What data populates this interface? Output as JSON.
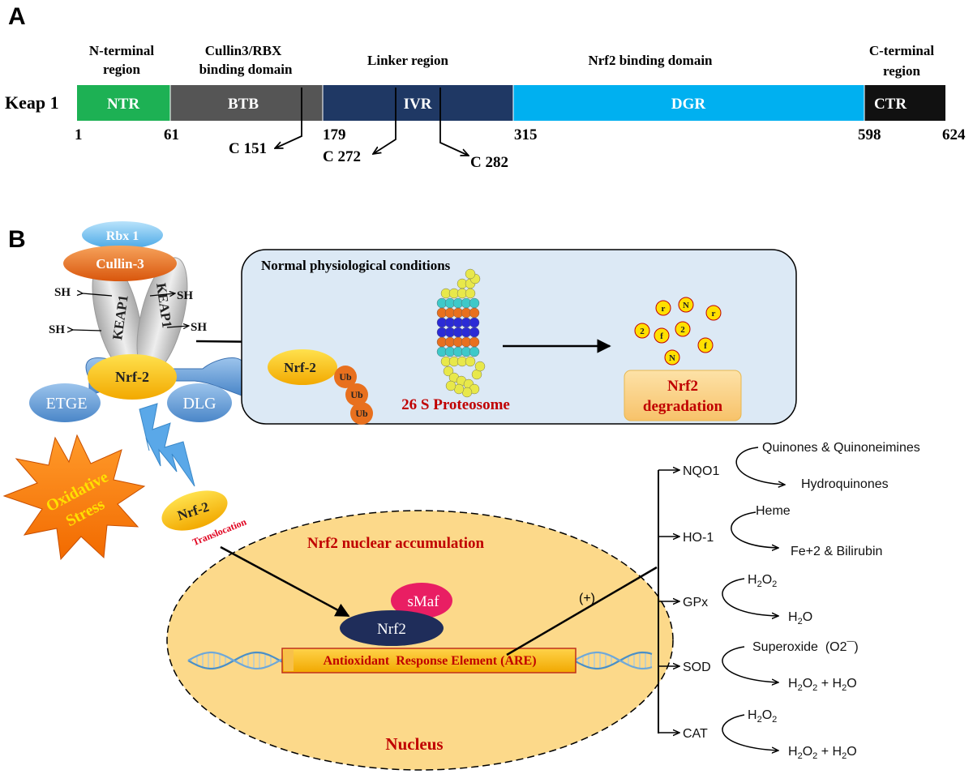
{
  "panels": {
    "a": "A",
    "b": "B"
  },
  "keap1": {
    "label": "Keap 1",
    "headers": {
      "ntr_1": "N-terminal",
      "ntr_2": "region",
      "btb_1": "Cullin3/RBX",
      "btb_2": "binding domain",
      "ivr": "Linker region",
      "dgr": "Nrf2 binding domain",
      "ctr_1": "C-terminal",
      "ctr_2": "region"
    },
    "domains": {
      "ntr": "NTR",
      "btb": "BTB",
      "ivr": "IVR",
      "dgr": "DGR",
      "ctr": "CTR"
    },
    "positions": {
      "p1": "1",
      "p61": "61",
      "p179": "179",
      "p315": "315",
      "p598": "598",
      "p624": "624"
    },
    "cysteines": {
      "c151": "C 151",
      "c272": "C 272",
      "c282": "C 282"
    },
    "colors": {
      "ntr": "#1db154",
      "btb": "#555555",
      "ivr": "#1f3864",
      "dgr": "#00b0f0",
      "ctr": "#111111"
    }
  },
  "complex": {
    "rbx1": "Rbx 1",
    "cullin3": "Cullin-3",
    "sh": "SH",
    "keap1": "KEAP1",
    "nrf2": "Nrf-2",
    "etge": "ETGE",
    "dlg": "DLG"
  },
  "stress": {
    "line1": "Oxidative",
    "line2": "Stress"
  },
  "normal": {
    "title": "Normal physiological conditions",
    "nrf2": "Nrf-2",
    "ub": "Ub",
    "proteasome": "26 S Proteosome",
    "degradation_1": "Nrf2",
    "degradation_2": "degradation",
    "fragments": [
      "r",
      "N",
      "r",
      "2",
      "f",
      "2",
      "f",
      "N"
    ]
  },
  "translocation": {
    "nrf2": "Nrf-2",
    "label": "Translocation"
  },
  "nucleus": {
    "accumulation": "Nrf2 nuclear accumulation",
    "smaf": "sMaf",
    "nrf2": "Nrf2",
    "are": "Antioxidant  Response Element (ARE)",
    "plus": "(+)",
    "label": "Nucleus"
  },
  "targets": {
    "nqo1": {
      "name": "NQO1",
      "substrate": "Quinones & Quinoneimines",
      "product": "Hydroquinones"
    },
    "ho1": {
      "name": "HO-1",
      "substrate": "Heme",
      "product": "Fe+2 & Bilirubin"
    },
    "gpx": {
      "name": "GPx",
      "substrate_base": "H",
      "substrate_sub": "2",
      "substrate_mid": "O",
      "substrate_sub2": "2",
      "product_base": "H",
      "product_sub": "2",
      "product_mid": "O"
    },
    "sod": {
      "name": "SOD",
      "substrate": "Superoxide  (O2¯)",
      "product_a": "H",
      "product_a_sub": "2",
      "product_b": "O",
      "product_b_sub": "2",
      "product_c": " + H",
      "product_c_sub": "2",
      "product_d": "O"
    },
    "cat": {
      "name": "CAT",
      "substrate_base": "H",
      "substrate_sub": "2",
      "substrate_mid": "O",
      "substrate_sub2": "2",
      "product_a": "H",
      "product_a_sub": "2",
      "product_b": "O",
      "product_b_sub": "2",
      "product_c": " + H",
      "product_c_sub": "2",
      "product_d": "O"
    }
  }
}
